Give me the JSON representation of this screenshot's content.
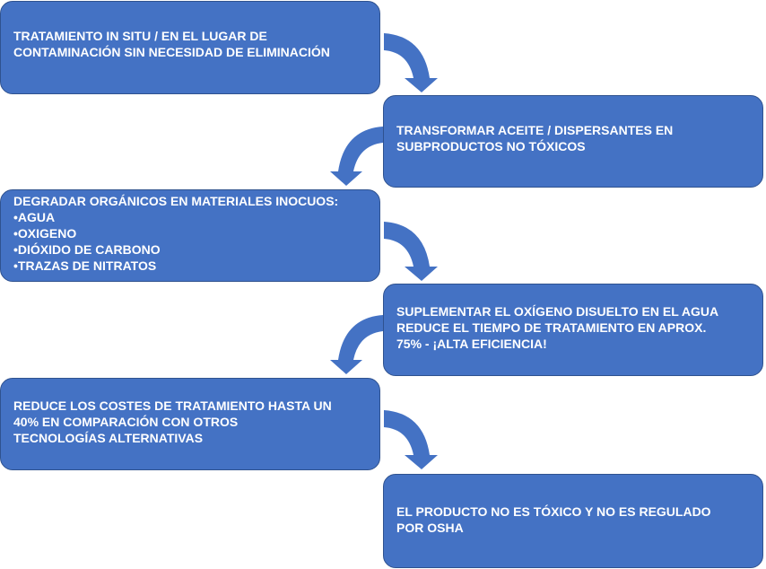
{
  "steps": [
    {
      "lines": [
        "TRATAMIENTO IN SITU / EN EL LUGAR DE",
        "CONTAMINACIÓN SIN NECESIDAD DE ELIMINACIÓN"
      ]
    },
    {
      "lines": [
        "TRANSFORMAR ACEITE / DISPERSANTES EN",
        "SUBPRODUCTOS NO TÓXICOS"
      ]
    },
    {
      "lines": [
        "DEGRADAR ORGÁNICOS EN MATERIALES INOCUOS:"
      ],
      "bullets": [
        "AGUA",
        "OXIGENO",
        "DIÓXIDO DE CARBONO",
        "TRAZAS  DE NITRATOS"
      ]
    },
    {
      "lines": [
        "SUPLEMENTAR EL OXÍGENO DISUELTO EN EL AGUA",
        "REDUCE EL TIEMPO DE TRATAMIENTO EN APROX.",
        "75% - ¡ALTA  EFICIENCIA!"
      ]
    },
    {
      "lines": [
        "REDUCE LOS COSTES DE TRATAMIENTO HASTA UN",
        "40% EN COMPARACIÓN CON OTROS",
        "TECNOLOGÍAS ALTERNATIVAS"
      ]
    },
    {
      "lines": [
        "EL PRODUCTO NO ES TÓXICO Y NO ES REGULADO",
        "POR OSHA"
      ]
    }
  ],
  "colors": {
    "box_fill": "#4472C4",
    "box_border": "#2F528F",
    "text": "#FFFFFF"
  }
}
